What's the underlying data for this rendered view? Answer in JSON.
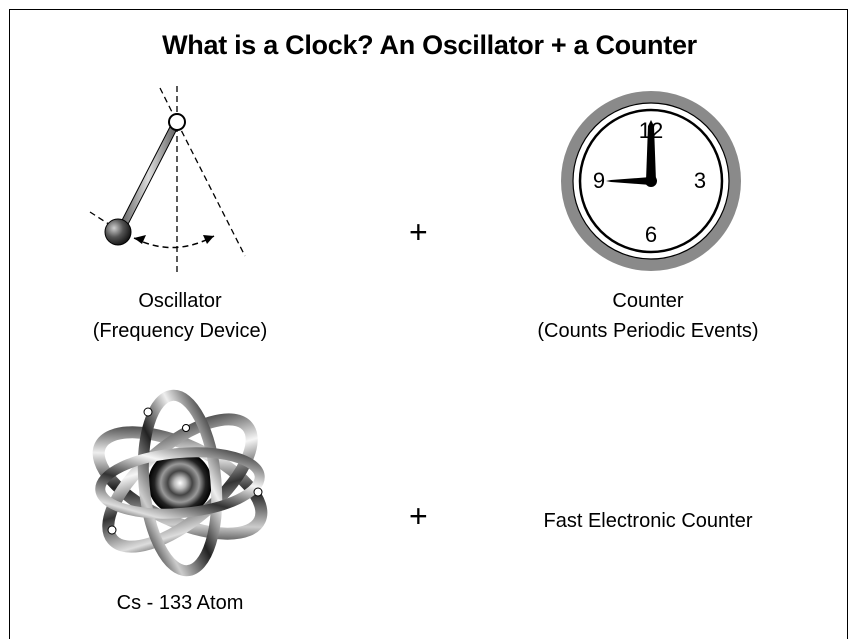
{
  "title": "What is a Clock? An Oscillator + a Counter",
  "oscillator": {
    "line1": "Oscillator",
    "line2": "(Frequency Device)"
  },
  "counter": {
    "line1": "Counter",
    "line2": "(Counts Periodic Events)"
  },
  "clock_numbers": {
    "n12": "12",
    "n3": "3",
    "n6": "6",
    "n9": "9"
  },
  "atom": {
    "label": "Cs - 133 Atom"
  },
  "electronic_counter": {
    "label": "Fast Electronic Counter"
  },
  "plus_sign": "+",
  "colors": {
    "clock_rim": "#8a8a8a",
    "ink": "#000000"
  }
}
